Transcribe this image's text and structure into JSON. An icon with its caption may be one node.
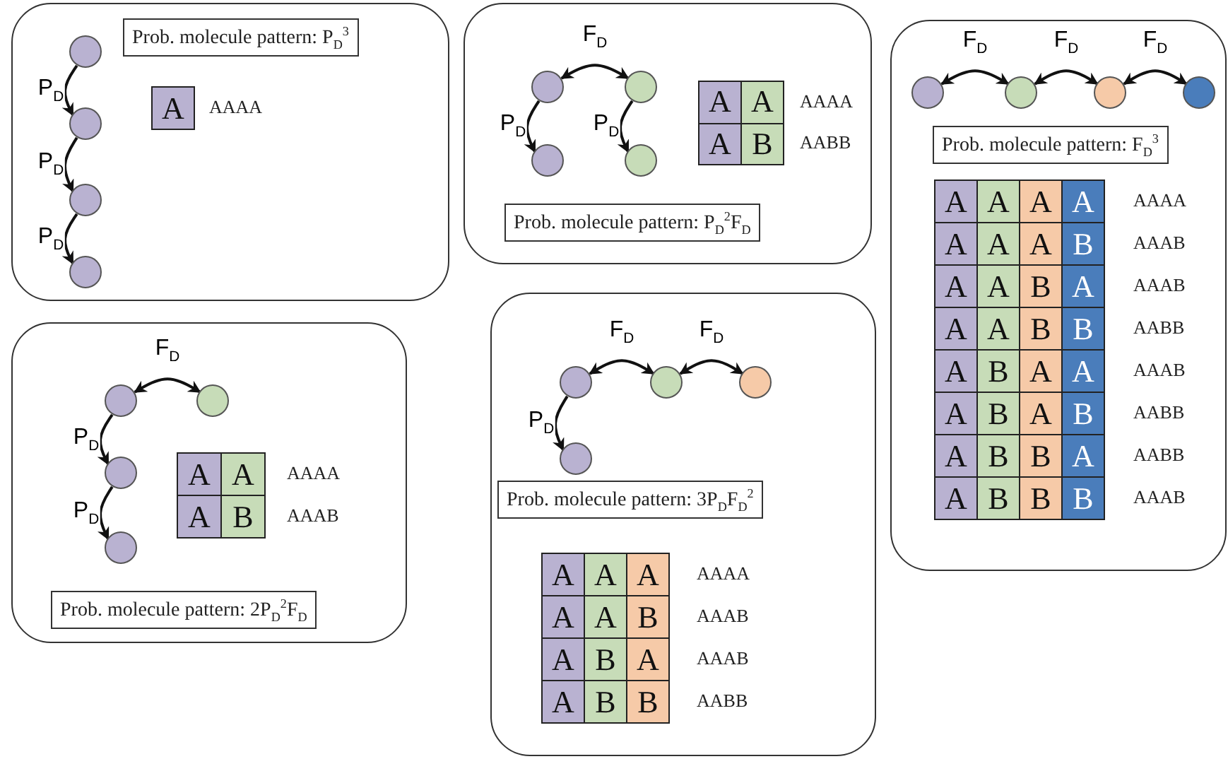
{
  "diagram": {
    "nodes": [
      {
        "text": [],
        "shape": "box"
      },
      {
        "text": [
          "Prob. molecule pattern: P$_{D}$$^{3}$"
        ],
        "in": 0
      },
      {
        "text": [],
        "shape": "circle",
        "in": 0
      },
      {
        "text": [],
        "shape": "circle",
        "in": 0
      },
      {
        "text": [],
        "shape": "circle",
        "in": 0
      },
      {
        "text": [],
        "shape": "circle",
        "in": 0
      },
      {
        "text": [],
        "shape": "box"
      },
      {
        "text": [],
        "shape": "circle",
        "in": 6
      },
      {
        "text": [],
        "shape": "circle",
        "in": 6
      },
      {
        "text": [],
        "shape": "circle",
        "in": 6
      },
      {
        "text": [],
        "shape": "circle",
        "in": 6
      },
      {
        "text": [
          "Prob. molecule pattern: P$_{D}$$^{2}$F$_{D}$"
        ],
        "in": 6
      },
      {
        "text": [],
        "shape": "box"
      },
      {
        "text": [],
        "shape": "circle",
        "in": 12
      },
      {
        "text": [],
        "shape": "circle",
        "in": 12
      },
      {
        "text": [],
        "shape": "circle",
        "in": 12
      },
      {
        "text": [],
        "shape": "circle",
        "in": 12
      },
      {
        "text": [
          "Prob. molecule pattern: F$_{D}$$^{3}$"
        ],
        "in": 12
      },
      {
        "text": [],
        "shape": "box"
      },
      {
        "text": [],
        "shape": "circle",
        "in": 18
      },
      {
        "text": [],
        "shape": "circle",
        "in": 18
      },
      {
        "text": [],
        "shape": "circle",
        "in": 18
      },
      {
        "text": [],
        "shape": "circle",
        "in": 18
      },
      {
        "text": [
          "Prob. molecule pattern: 2P$_{D}$$^{2}$F$_{D}$"
        ],
        "in": 18
      },
      {
        "text": [],
        "shape": "box"
      },
      {
        "text": [],
        "shape": "circle",
        "in": 24
      },
      {
        "text": [],
        "shape": "circle",
        "in": 24
      },
      {
        "text": [],
        "shape": "circle",
        "in": 24
      },
      {
        "text": [],
        "shape": "circle",
        "in": 24
      },
      {
        "text": [
          "Prob. molecule pattern: 3P$_{D}$F$_{D}$$^{2}$"
        ],
        "in": 24
      }
    ],
    "edges": [
      {
        "from": 2,
        "to": 3,
        "arrow": "to",
        "label": "P$_{D}$"
      },
      {
        "from": 3,
        "to": 4,
        "arrow": "to",
        "label": "P$_{D}$"
      },
      {
        "from": 4,
        "to": 5,
        "arrow": "to",
        "label": "P$_{D}$"
      },
      {
        "from": 7,
        "to": 8,
        "arrow": "both",
        "label": "F$_{D}$"
      },
      {
        "from": 7,
        "to": 9,
        "arrow": "to",
        "label": "P$_{D}$"
      },
      {
        "from": 8,
        "to": 10,
        "arrow": "to",
        "label": "P$_{D}$"
      },
      {
        "from": 13,
        "to": 14,
        "arrow": "both",
        "label": "F$_{D}$"
      },
      {
        "from": 14,
        "to": 15,
        "arrow": "both",
        "label": "F$_{D}$"
      },
      {
        "from": 15,
        "to": 16,
        "arrow": "both",
        "label": "F$_{D}$"
      },
      {
        "from": 19,
        "to": 20,
        "arrow": "both",
        "label": "F$_{D}$"
      },
      {
        "from": 19,
        "to": 21,
        "arrow": "to",
        "label": "P$_{D}$"
      },
      {
        "from": 21,
        "to": 22,
        "arrow": "to",
        "label": "P$_{D}$"
      },
      {
        "from": 25,
        "to": 26,
        "arrow": "both",
        "label": "F$_{D}$"
      },
      {
        "from": 26,
        "to": 27,
        "arrow": "both",
        "label": "F$_{D}$"
      },
      {
        "from": 25,
        "to": 28,
        "arrow": "to",
        "label": "P$_{D}$"
      }
    ],
    "labels": [
      "A",
      "AAAA",
      "A",
      "A",
      "AAAA",
      "A",
      "B",
      "AABB",
      "A",
      "A",
      "A",
      "A",
      "AAAA",
      "A",
      "A",
      "A",
      "B",
      "AAAB",
      "A",
      "A",
      "B",
      "A",
      "AAAB",
      "A",
      "A",
      "B",
      "B",
      "AABB",
      "A",
      "B",
      "A",
      "A",
      "AAAB",
      "A",
      "B",
      "A",
      "B",
      "AABB",
      "A",
      "B",
      "B",
      "A",
      "AABB",
      "A",
      "B",
      "B",
      "B",
      "AAAB",
      "A",
      "A",
      "AAAA",
      "A",
      "B",
      "AAAB",
      "A",
      "A",
      "A",
      "AAAA",
      "A",
      "A",
      "B",
      "AAAB",
      "A",
      "B",
      "A",
      "AAAB",
      "A",
      "B",
      "B",
      "AABB"
    ]
  }
}
